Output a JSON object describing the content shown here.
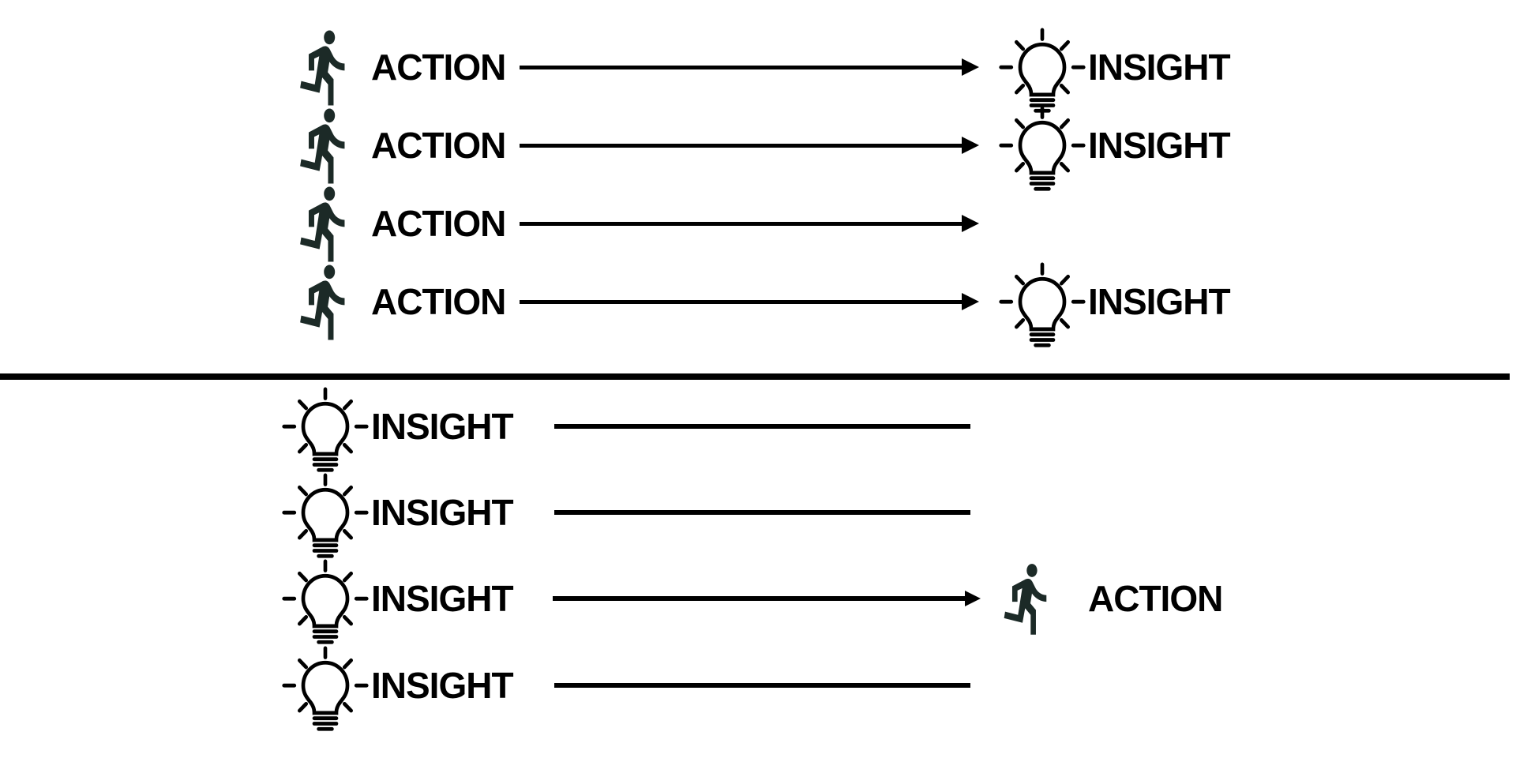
{
  "diagram": {
    "top_section": {
      "rows": [
        {
          "left_icon": "runner",
          "left_label": "ACTION",
          "connector": "arrow",
          "right_icon": "lightbulb",
          "right_label": "INSIGHT"
        },
        {
          "left_icon": "runner",
          "left_label": "ACTION",
          "connector": "arrow",
          "right_icon": "lightbulb",
          "right_label": "INSIGHT"
        },
        {
          "left_icon": "runner",
          "left_label": "ACTION",
          "connector": "arrow",
          "right_icon": null,
          "right_label": null
        },
        {
          "left_icon": "runner",
          "left_label": "ACTION",
          "connector": "arrow",
          "right_icon": "lightbulb",
          "right_label": "INSIGHT"
        }
      ]
    },
    "bottom_section": {
      "rows": [
        {
          "left_icon": "lightbulb",
          "left_label": "INSIGHT",
          "connector": "line",
          "right_icon": null,
          "right_label": null
        },
        {
          "left_icon": "lightbulb",
          "left_label": "INSIGHT",
          "connector": "line",
          "right_icon": null,
          "right_label": null
        },
        {
          "left_icon": "lightbulb",
          "left_label": "INSIGHT",
          "connector": "arrow",
          "right_icon": "runner",
          "right_label": "ACTION"
        },
        {
          "left_icon": "lightbulb",
          "left_label": "INSIGHT",
          "connector": "line",
          "right_icon": null,
          "right_label": null
        }
      ]
    },
    "colors": {
      "ink": "#000000",
      "runner_fill": "#1c2a27",
      "background": "#ffffff"
    }
  }
}
